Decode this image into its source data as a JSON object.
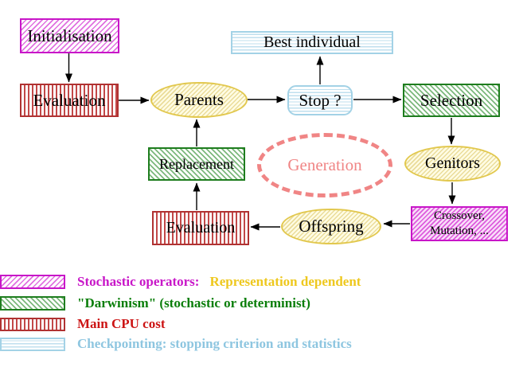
{
  "diagram": {
    "nodes": {
      "initialisation": {
        "label": "Initialisation",
        "style": "magenta-hatch"
      },
      "evaluation_top": {
        "label": "Evaluation",
        "style": "red-vertical-stripes"
      },
      "parents": {
        "label": "Parents",
        "style": "yellow-hatch-ellipse"
      },
      "stop": {
        "label": "Stop ?",
        "style": "cyan-horizontal-stripes-rounded"
      },
      "best_individual": {
        "label": "Best individual",
        "style": "cyan-horizontal-stripes"
      },
      "selection": {
        "label": "Selection",
        "style": "green-hatch"
      },
      "genitors": {
        "label": "Genitors",
        "style": "yellow-hatch-ellipse"
      },
      "crossover_mutation": {
        "line1": "Crossover,",
        "line2": "Mutation, ...",
        "style": "magenta-hatch"
      },
      "offspring": {
        "label": "Offspring",
        "style": "yellow-hatch-ellipse"
      },
      "evaluation_bottom": {
        "label": "Evaluation",
        "style": "red-vertical-stripes"
      },
      "replacement": {
        "label": "Replacement",
        "style": "green-hatch"
      },
      "generation": {
        "label": "Generation",
        "style": "salmon-dashed-ellipse"
      }
    },
    "edges": [
      {
        "from": "Initialisation",
        "to": "Evaluation"
      },
      {
        "from": "Evaluation",
        "to": "Parents"
      },
      {
        "from": "Parents",
        "to": "Stop ?"
      },
      {
        "from": "Stop ?",
        "to": "Best individual"
      },
      {
        "from": "Stop ?",
        "to": "Selection"
      },
      {
        "from": "Selection",
        "to": "Genitors"
      },
      {
        "from": "Genitors",
        "to": "Crossover, Mutation, ..."
      },
      {
        "from": "Crossover, Mutation, ...",
        "to": "Offspring"
      },
      {
        "from": "Offspring",
        "to": "Evaluation"
      },
      {
        "from": "Evaluation",
        "to": "Replacement"
      },
      {
        "from": "Replacement",
        "to": "Parents"
      }
    ]
  },
  "legend": {
    "items": [
      {
        "swatch": "magenta-hatch",
        "text1": "Stochastic operators:",
        "text1_color": "#c816c8",
        "text2": "Representation dependent",
        "text2_color": "#eec81e"
      },
      {
        "swatch": "green-hatch",
        "text1": "\"Darwinism\" (stochastic or determinist)",
        "text1_color": "#0a7e0a"
      },
      {
        "swatch": "red-vertical-stripes",
        "text1": "Main CPU cost",
        "text1_color": "#cc1414"
      },
      {
        "swatch": "cyan-horizontal-stripes",
        "text1": "Checkpointing: stopping criterion and statistics",
        "text1_color": "#8ec6e0"
      }
    ]
  },
  "colors": {
    "magenta": "#c816c8",
    "green": "#1e7d1e",
    "red": "#b03232",
    "cyan_border": "#a3d2e6",
    "yellow_border": "#e2c84e",
    "salmon": "#f08585",
    "gold_text": "#eec81e",
    "arrow": "#000000",
    "background": "#ffffff"
  }
}
